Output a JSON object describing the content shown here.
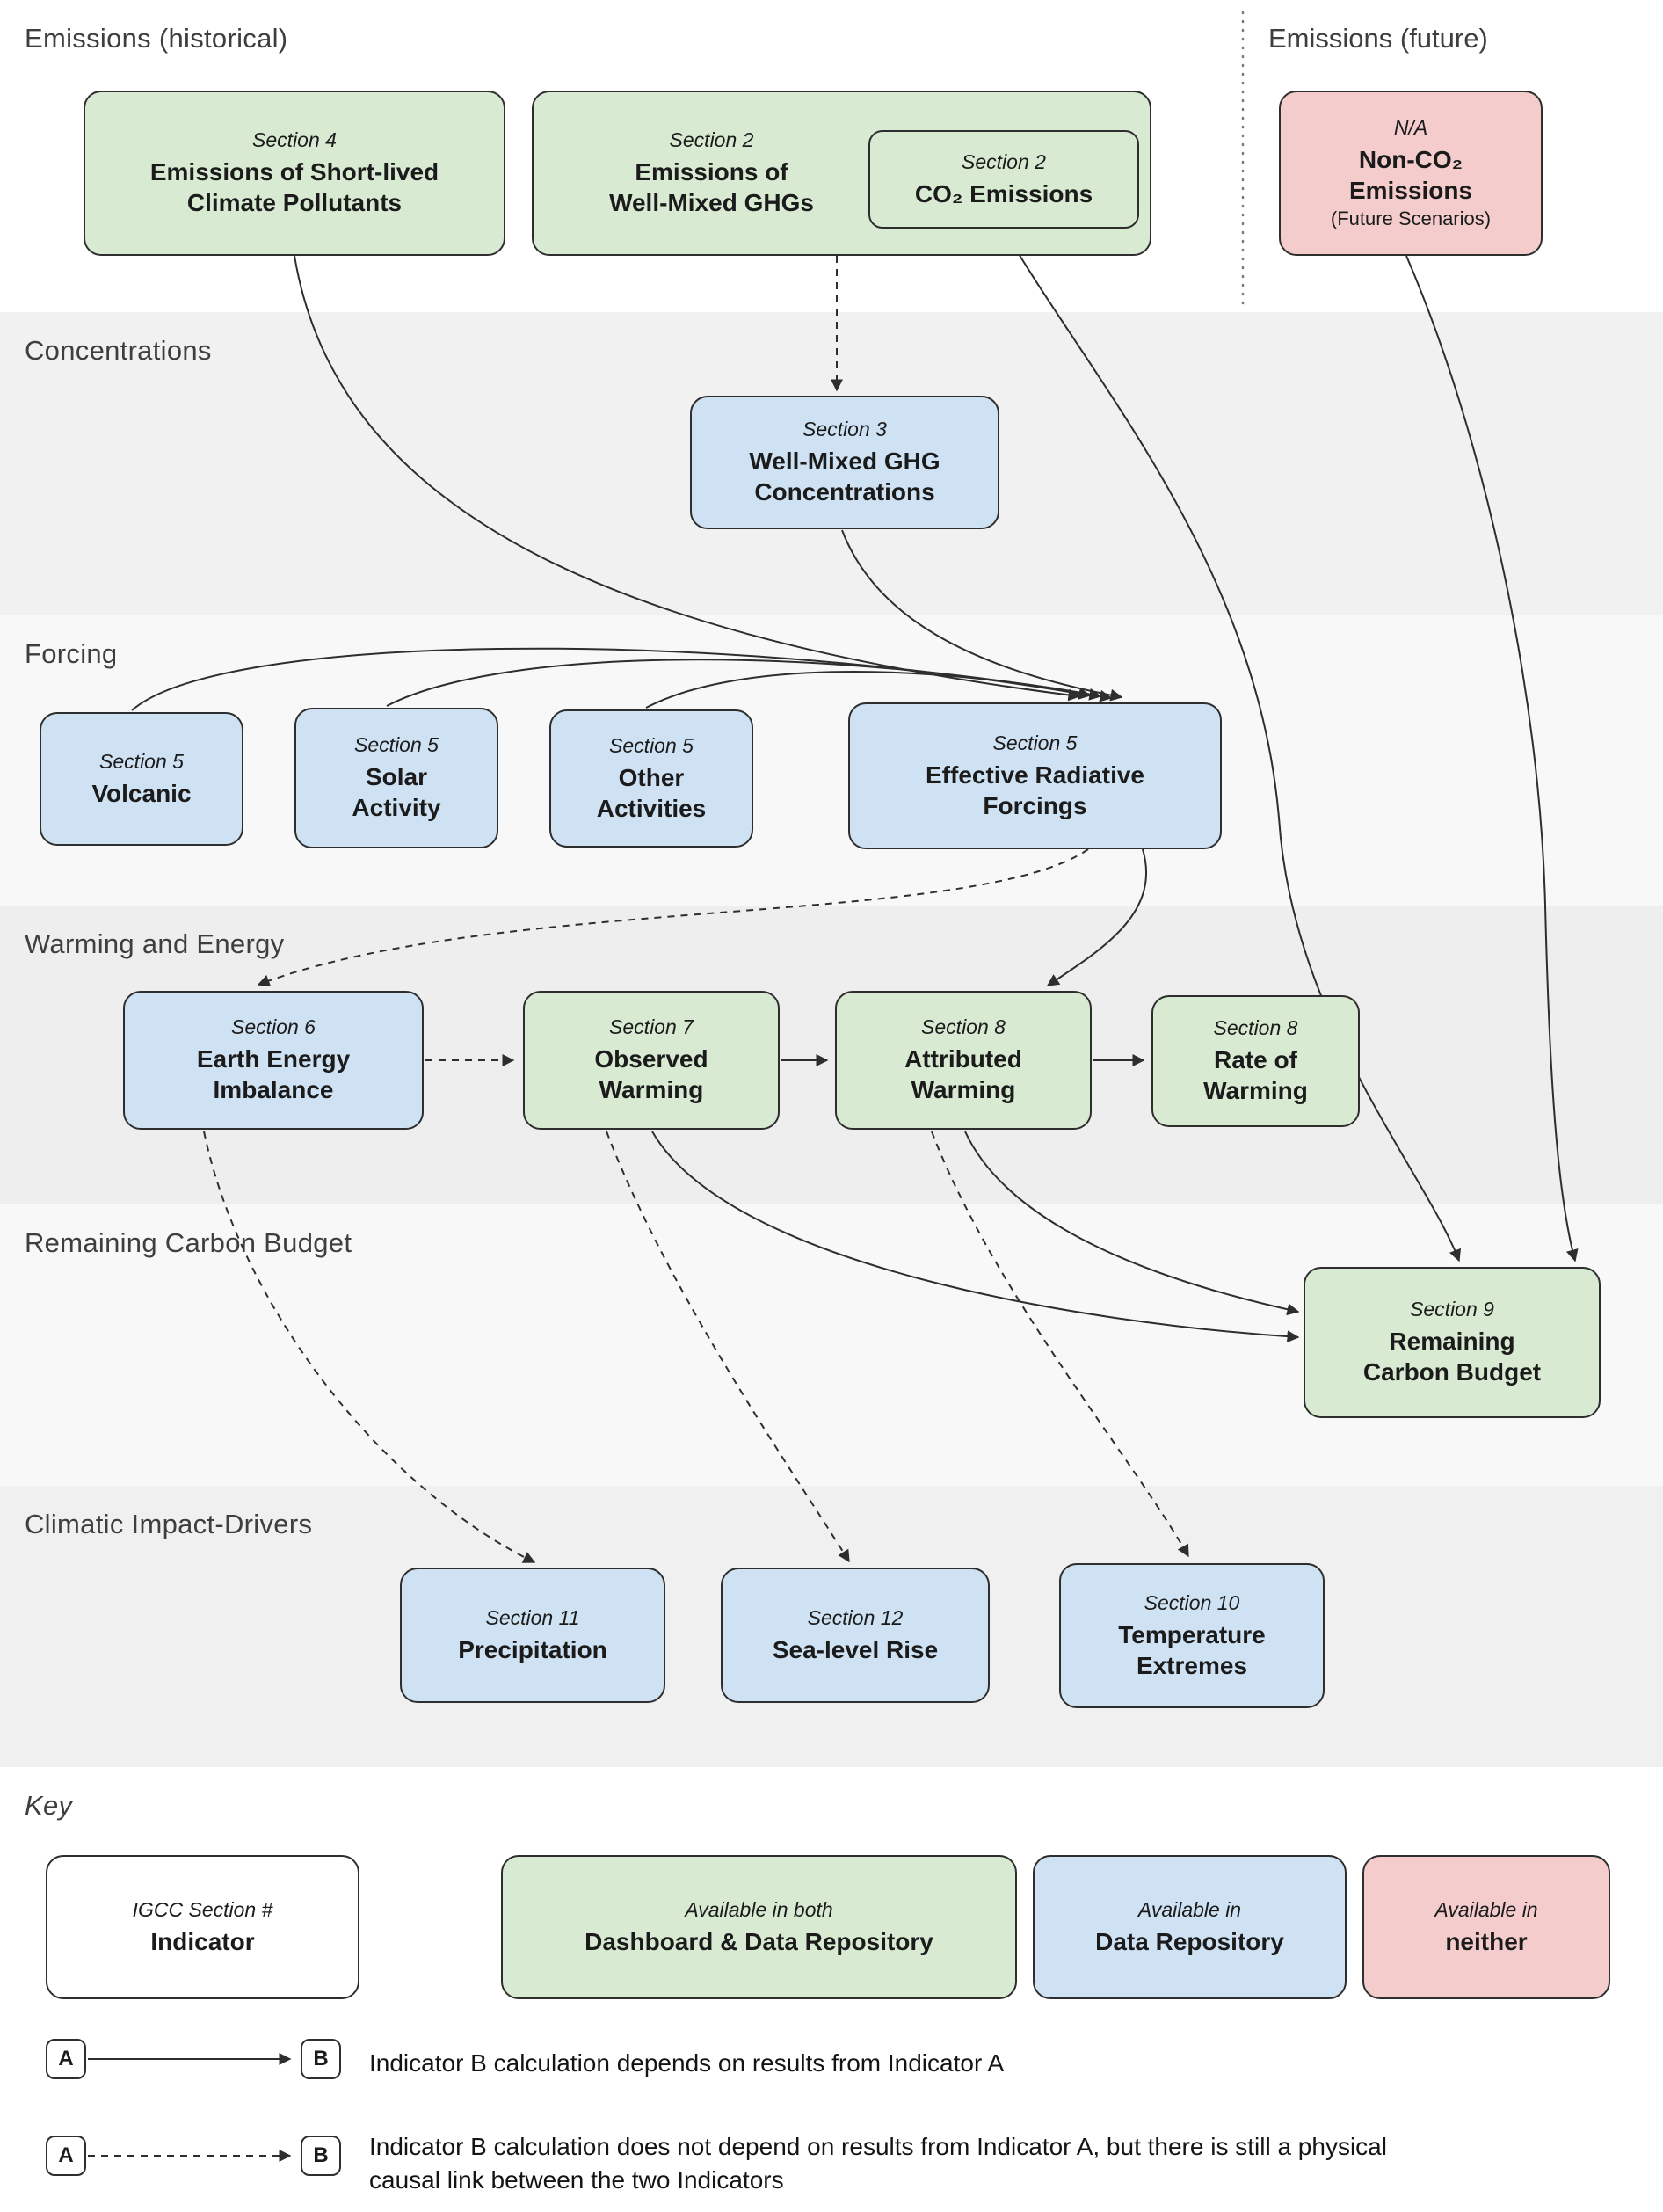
{
  "bands": {
    "emissions_historical": "Emissions (historical)",
    "emissions_future": "Emissions (future)",
    "concentrations": "Concentrations",
    "forcing": "Forcing",
    "warming": "Warming and Energy",
    "rcb": "Remaining Carbon Budget",
    "cid": "Climatic Impact-Drivers",
    "key": "Key"
  },
  "palette": {
    "dashboard_and_repository": "#d9ead3",
    "data_repository": "#cfe2f3",
    "neither": "#f4cccc",
    "border": "#2e2e2e"
  },
  "nodes": {
    "slcp": {
      "section": "Section 4",
      "title": "Emissions of Short-lived\nClimate Pollutants"
    },
    "wmghg": {
      "section": "Section 2",
      "title": "Emissions of\nWell-Mixed GHGs"
    },
    "co2": {
      "section": "Section 2",
      "title": "CO₂ Emissions"
    },
    "nonco2": {
      "section": "N/A",
      "title": "Non-CO₂\nEmissions",
      "note": "(Future Scenarios)"
    },
    "conc": {
      "section": "Section 3",
      "title": "Well-Mixed GHG\nConcentrations"
    },
    "volcanic": {
      "section": "Section 5",
      "title": "Volcanic"
    },
    "solar": {
      "section": "Section 5",
      "title": "Solar\nActivity"
    },
    "other": {
      "section": "Section 5",
      "title": "Other\nActivities"
    },
    "erf": {
      "section": "Section 5",
      "title": "Effective Radiative\nForcings"
    },
    "eei": {
      "section": "Section 6",
      "title": "Earth Energy\nImbalance"
    },
    "obs": {
      "section": "Section 7",
      "title": "Observed\nWarming"
    },
    "attr": {
      "section": "Section 8",
      "title": "Attributed\nWarming"
    },
    "rate": {
      "section": "Section 8",
      "title": "Rate of\nWarming"
    },
    "rcb": {
      "section": "Section 9",
      "title": "Remaining\nCarbon Budget"
    },
    "precip": {
      "section": "Section 11",
      "title": "Precipitation"
    },
    "slr": {
      "section": "Section 12",
      "title": "Sea-level Rise"
    },
    "temp": {
      "section": "Section 10",
      "title": "Temperature\nExtremes"
    }
  },
  "key": {
    "indicator_box": {
      "section": "IGCC Section #",
      "title": "Indicator"
    },
    "both_box": {
      "section": "Available in both",
      "title": "Dashboard & Data Repository"
    },
    "repo_box": {
      "section": "Available in",
      "title": "Data Repository"
    },
    "neither_box": {
      "section": "Available in",
      "title": "neither"
    },
    "a_label": "A",
    "b_label": "B",
    "solid_text": "Indicator B calculation depends on results from Indicator A",
    "dashed_text": "Indicator B calculation does not depend on results from Indicator A, but there is still a physical causal link between the two Indicators"
  }
}
